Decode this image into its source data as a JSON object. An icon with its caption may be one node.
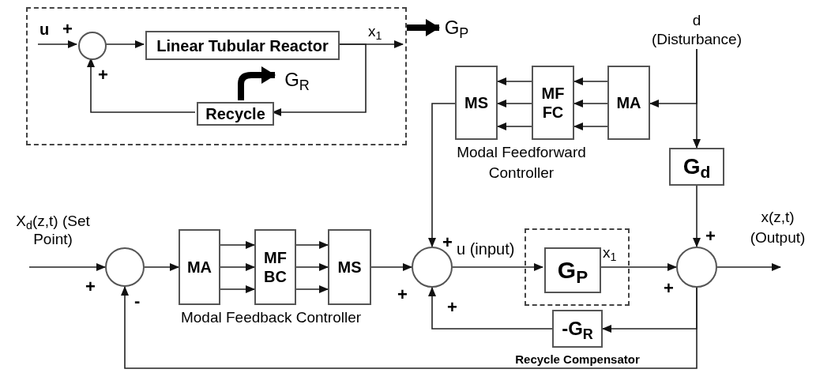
{
  "diagram": {
    "nodes": [
      {
        "text": [],
        "shape": "box"
      },
      {
        "text": [],
        "shape": "circle",
        "in": 0
      },
      {
        "text": [
          "Linear Tubular Reactor"
        ],
        "in": 0
      },
      {
        "text": [
          "Recycle"
        ],
        "in": 0
      },
      {
        "text": [
          "G$_{P}$"
        ]
      },
      {
        "text": [
          "G$_{R}$"
        ],
        "in": 0
      },
      {
        "text": [
          "d (Disturbance)"
        ]
      },
      {
        "text": [
          "MS"
        ]
      },
      {
        "text": [
          "MF FC"
        ]
      },
      {
        "text": [
          "MA"
        ]
      },
      {
        "text": [
          "G$_{d}$"
        ]
      },
      {
        "text": [],
        "shape": "circle"
      },
      {
        "text": [
          "MA"
        ]
      },
      {
        "text": [
          "MF BC"
        ]
      },
      {
        "text": [
          "MS"
        ]
      },
      {
        "text": [],
        "shape": "circle"
      },
      {
        "text": [],
        "shape": "box"
      },
      {
        "text": [
          "G$_{P}$"
        ],
        "in": 16
      },
      {
        "text": [],
        "shape": "circle"
      },
      {
        "text": [
          "-G$_{R}$"
        ],
        "beside": [
          "Recycle Compensator"
        ]
      }
    ],
    "edges": [
      {
        "from": null,
        "to": 1,
        "arrow": "to"
      },
      {
        "from": 1,
        "to": 2,
        "arrow": "to"
      },
      {
        "from": 2,
        "to": null,
        "arrow": "to"
      },
      {
        "from": 2,
        "to": 3,
        "arrow": "to"
      },
      {
        "from": 3,
        "to": 1,
        "arrow": "to"
      },
      {
        "from": 0,
        "to": 4,
        "arrow": "to",
        "style": "thick"
      },
      {
        "from": 3,
        "to": 5,
        "arrow": "to",
        "style": "thick"
      },
      {
        "from": 6,
        "to": 10,
        "arrow": "to"
      },
      {
        "from": 6,
        "to": 9,
        "arrow": "to"
      },
      {
        "from": 9,
        "to": 8,
        "arrow": "to"
      },
      {
        "from": 9,
        "to": 8,
        "arrow": "to"
      },
      {
        "from": 9,
        "to": 8,
        "arrow": "to"
      },
      {
        "from": 8,
        "to": 7,
        "arrow": "to"
      },
      {
        "from": 8,
        "to": 7,
        "arrow": "to"
      },
      {
        "from": 8,
        "to": 7,
        "arrow": "to"
      },
      {
        "from": 7,
        "to": 15,
        "arrow": "to"
      },
      {
        "from": null,
        "to": 11,
        "arrow": "to"
      },
      {
        "from": 11,
        "to": 12,
        "arrow": "to"
      },
      {
        "from": 12,
        "to": 13,
        "arrow": "to"
      },
      {
        "from": 12,
        "to": 13,
        "arrow": "to"
      },
      {
        "from": 12,
        "to": 13,
        "arrow": "to"
      },
      {
        "from": 13,
        "to": 14,
        "arrow": "to"
      },
      {
        "from": 13,
        "to": 14,
        "arrow": "to"
      },
      {
        "from": 13,
        "to": 14,
        "arrow": "to"
      },
      {
        "from": 14,
        "to": 15,
        "arrow": "to"
      },
      {
        "from": 15,
        "to": 17,
        "arrow": "to",
        "label": "u (input)"
      },
      {
        "from": 17,
        "to": 18,
        "arrow": "to"
      },
      {
        "from": 10,
        "to": 18,
        "arrow": "to"
      },
      {
        "from": 18,
        "to": null,
        "arrow": "to"
      },
      {
        "from": 18,
        "to": 19,
        "arrow": "to"
      },
      {
        "from": 19,
        "to": 15,
        "arrow": "to"
      },
      {
        "from": 18,
        "to": 11,
        "arrow": "to"
      }
    ],
    "labels": [
      "u",
      "+",
      "+",
      "x$_{1}$",
      "X$_{d}$(z,t) (Set Point)",
      "+",
      "-",
      "+",
      "+",
      "+",
      "x$_{1}$",
      "+",
      "+",
      "x(z,t) (Output)",
      "Modal Feedforward Controller",
      "Modal Feedback Controller"
    ]
  }
}
